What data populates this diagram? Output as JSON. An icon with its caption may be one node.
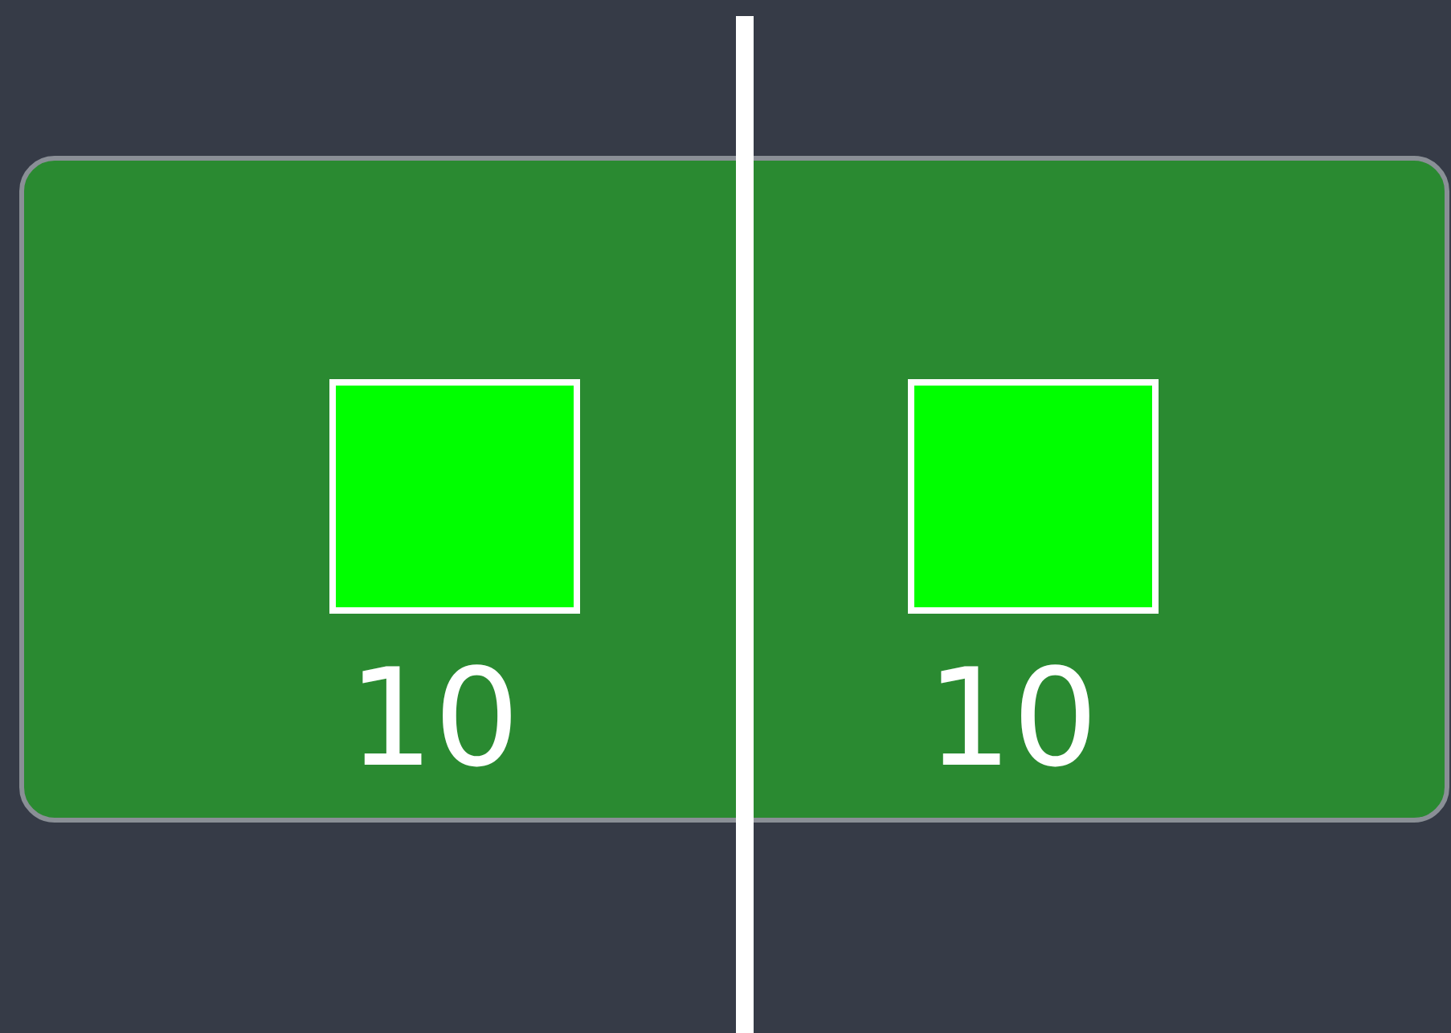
{
  "diagram": {
    "nodes": [
      {
        "text": [],
        "shape": "box"
      },
      {
        "text": [],
        "shape": "box",
        "in": 0,
        "beside": [
          "10"
        ]
      },
      {
        "text": [],
        "shape": "box",
        "in": 0,
        "beside": [
          "10"
        ]
      }
    ]
  }
}
